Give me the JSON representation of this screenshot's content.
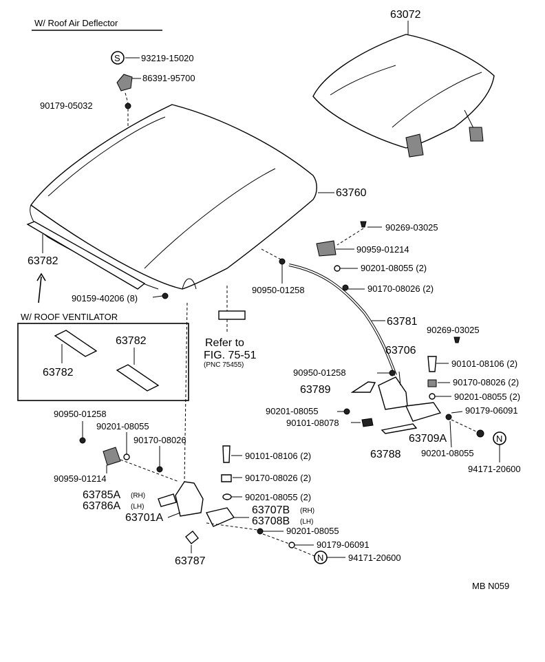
{
  "headings": {
    "air_deflector": "W/ Roof Air Deflector",
    "ventilator": "W/ ROOF  VENTILATOR"
  },
  "callouts": {
    "c63072": "63072",
    "c93219": "93219-15020",
    "c86391": "86391-95700",
    "c90179a": "90179-05032",
    "c63760": "63760",
    "c63782a": "63782",
    "c90159": "90159-40206 (8)",
    "c90269a": "90269-03025",
    "c90959a": "90959-01214",
    "c90201a": "90201-08055 (2)",
    "c90170a": "90170-08026 (2)",
    "c90950a": "90950-01258",
    "c63781": "63781",
    "c63782b": "63782",
    "c63782c": "63782",
    "c90269b": "90269-03025",
    "c63706": "63706",
    "c90101a": "90101-08106 (2)",
    "c90950b": "90950-01258",
    "c90170b": "90170-08026 (2)",
    "c63789": "63789",
    "c90201b": "90201-08055 (2)",
    "c90201c": "90201-08055",
    "c90179b": "90179-06091",
    "c90101b": "90101-08078",
    "c63709a": "63709A",
    "c63788": "63788",
    "c90201d": "90201-08055",
    "c94171a": "94171-20600",
    "c90950c": "90950-01258",
    "c90201e": "90201-08055",
    "c90170c": "90170-08026",
    "c90959b": "90959-01214",
    "c90101c": "90101-08106 (2)",
    "c90170d": "90170-08026 (2)",
    "c63785": "63785A",
    "c63786": "63786A",
    "c90201f": "90201-08055 (2)",
    "c63701": "63701A",
    "c63707": "63707B",
    "c63708": "63708B",
    "c90201g": "90201-08055",
    "c90179c": "90179-06091",
    "c94171b": "94171-20600",
    "c63787": "63787",
    "rh1": "(RH)",
    "lh1": "(LH)",
    "rh2": "(RH)",
    "lh2": "(LH)"
  },
  "reference": {
    "line1": "Refer to",
    "line2": "FIG. 75-51",
    "line3": "(PNC 75455)"
  },
  "symbols": {
    "s_mark": "S",
    "n_mark_a": "N",
    "n_mark_b": "N"
  },
  "footer": {
    "code": "MB  N059"
  }
}
